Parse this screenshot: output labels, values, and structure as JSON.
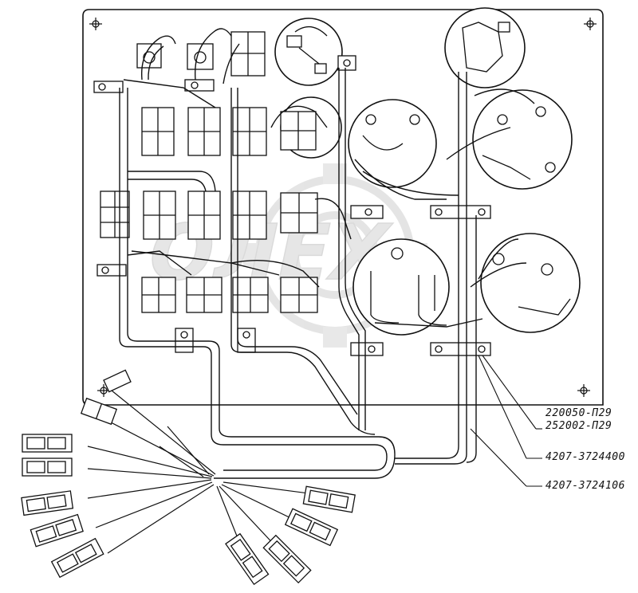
{
  "watermark": {
    "text": "ОЛЕХ",
    "color": "#d7d7d7"
  },
  "callouts": [
    {
      "id": "c1",
      "lines": [
        "220050-П29",
        "252002-П29"
      ]
    },
    {
      "id": "c2",
      "lines": [
        "4207-3724400"
      ]
    },
    {
      "id": "c3",
      "lines": [
        "4207-3724106"
      ]
    }
  ],
  "colors": {
    "line": "#111111",
    "background": "#ffffff"
  }
}
